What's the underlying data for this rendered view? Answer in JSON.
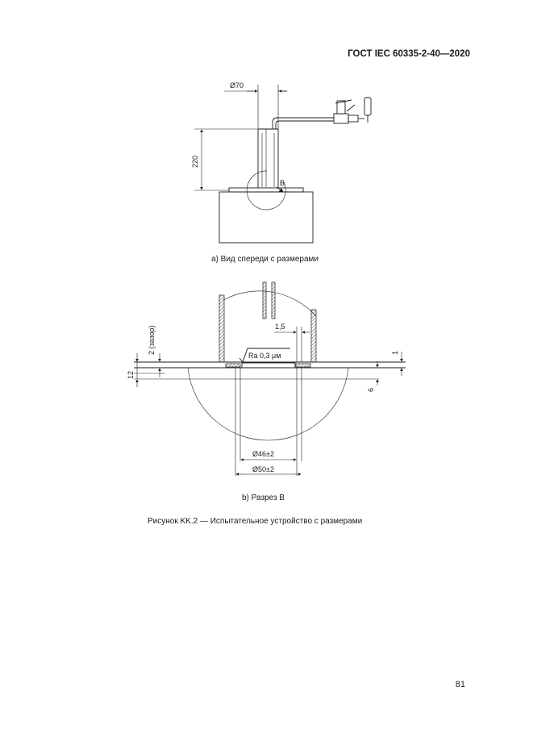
{
  "header": {
    "standard": "ГОСТ IEC 60335-2-40—2020"
  },
  "figure_a": {
    "caption": "а) Вид спереди с размерами",
    "dim_diameter": "Ø70",
    "dim_height": "220",
    "detail_label": "B"
  },
  "figure_b": {
    "caption": "b) Разрез B",
    "dim_gap": "2 (зазор)",
    "dim_12": "12",
    "dim_1_5": "1,5",
    "roughness": "Ra 0,3 μм",
    "dim_1": "1",
    "dim_6": "6",
    "dim_d46": "Ø46±2",
    "dim_d50": "Ø50±2"
  },
  "figure_caption": "Рисунок KK.2 — Испытательное устройство с размерами",
  "page_number": "81"
}
